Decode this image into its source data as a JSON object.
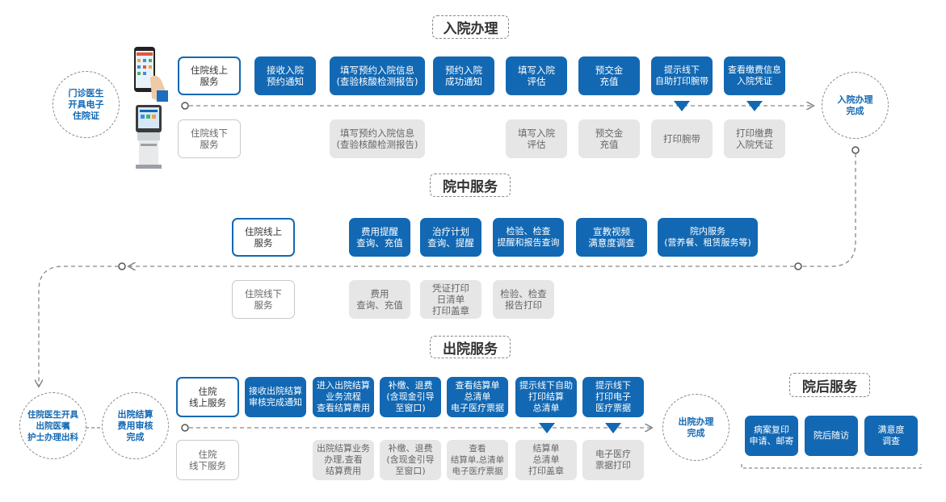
{
  "titles": {
    "admission": "入院办理",
    "inpatient": "院中服务",
    "discharge": "出院服务",
    "post": "院后服务"
  },
  "nodes": {
    "start": "门诊医生\n开具电子\n住院证",
    "admission_done": "入院办理\n完成",
    "discharge_order": "住院医生开具\n出院医嘱\n护士办理出科",
    "settlement_review": "出院结算\n费用审核\n完成",
    "discharge_done": "出院办理\n完成"
  },
  "admission": {
    "online_label": "住院线上\n服务",
    "offline_label": "住院线下\n服务",
    "online": [
      "接收入院\n预约通知",
      "填写预约入院信息\n(查验核酸检测报告)",
      "预约入院\n成功通知",
      "填写入院\n评估",
      "预交金\n充值",
      "提示线下\n自助打印腕带",
      "查看缴费信息\n入院凭证"
    ],
    "offline": [
      "填写预约入院信息\n(查验核酸检测报告)",
      "填写入院\n评估",
      "预交金\n充值",
      "打印腕带",
      "打印缴费\n入院凭证"
    ]
  },
  "inpatient": {
    "online_label": "住院线上\n服务",
    "offline_label": "住院线下\n服务",
    "online": [
      "费用提醒\n查询、充值",
      "治疗计划\n查询、提醒",
      "检验、检查\n提醒和报告查询",
      "宣教视频\n满意度调查",
      "院内服务\n(营养餐、租赁服务等)"
    ],
    "offline": [
      "费用\n查询、充值",
      "凭证打印\n日清单\n打印盖章",
      "检验、检查\n报告打印"
    ]
  },
  "discharge": {
    "online_label": "住院\n线上服务",
    "offline_label": "住院\n线下服务",
    "online": [
      "接收出院结算\n审核完成通知",
      "进入出院结算\n业务流程\n查看结算费用",
      "补缴、退费\n(含现金引导\n至窗口)",
      "查看结算单\n总清单\n电子医疗票据",
      "提示线下自助\n打印结算\n总清单",
      "提示线下\n打印电子\n医疗票据"
    ],
    "offline": [
      "出院结算业务\n办理,查看\n结算费用",
      "补缴、退费\n(含现金引导\n至窗口)",
      "查看\n结算单,总清单\n电子医疗票据",
      "结算单\n总清单\n打印盖章",
      "电子医疗\n票据打印"
    ]
  },
  "post": {
    "items": [
      "病案复印\n申请、邮寄",
      "院后随访",
      "满意度\n调查"
    ]
  },
  "colors": {
    "accent": "#1268b3",
    "grey_box": "#e6e6e6",
    "dashed": "#888888"
  },
  "icons": [
    "smartphone-icon",
    "self-service-kiosk-icon"
  ]
}
